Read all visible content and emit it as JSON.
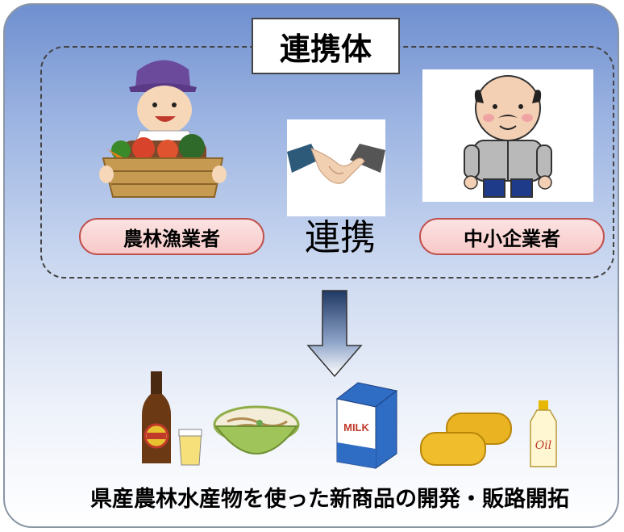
{
  "diagram": {
    "title": "連携体",
    "left_label": "農林漁業者",
    "right_label": "中小企業者",
    "center_label": "連携",
    "caption": "県産農林水産物を使った新商品の開発・販路開拓",
    "milk_label": "MILK",
    "bottle_label": "Oil"
  },
  "icons": {
    "farmer": "farmer-with-vegetable-basket-icon",
    "handshake": "handshake-icon",
    "businessman": "businessman-icon",
    "arrow": "down-arrow-icon",
    "beer": "beer-bottle-icon",
    "glass": "beer-glass-icon",
    "bowl": "noodle-bowl-icon",
    "milk": "milk-carton-icon",
    "bread": "bread-rolls-icon",
    "oil": "oil-bottle-icon"
  },
  "colors": {
    "panel_top": "#6f8fcf",
    "pill_border": "#c0504d",
    "pill_fill": "#f7c9c8",
    "arrow_dark": "#1f3864"
  }
}
